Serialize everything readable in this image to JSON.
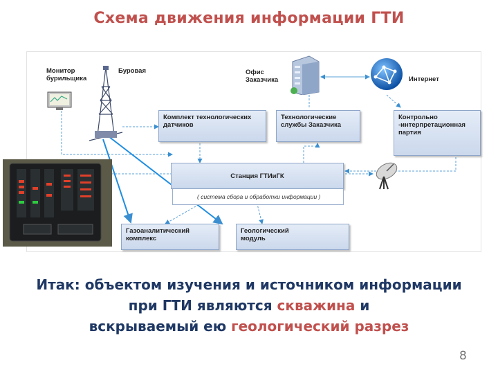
{
  "title": "Схема движения информации ГТИ",
  "labels": {
    "monitor": [
      "Монитор",
      "бурильщика"
    ],
    "rig": "Буровая",
    "office": [
      "Офис",
      "Заказчика"
    ],
    "internet": "Интернет"
  },
  "boxes": {
    "sensors": [
      "Комплект технологических",
      "датчиков"
    ],
    "services": [
      "Технологические",
      "службы Заказчика"
    ],
    "control": [
      "Контрольно",
      "-интерпретационная",
      "партия"
    ],
    "station": "Станция ГТИиГК",
    "gas": [
      "Газоаналитический",
      "комплекс"
    ],
    "geo": [
      "Геологический",
      "модуль"
    ]
  },
  "station_caption": "( система сбора и обработки информации )",
  "bottom": {
    "line1": "Итак: объектом изучения и источником информации",
    "line2_a": "при ГТИ являются ",
    "line2_red": "скважина",
    "line2_b": " и",
    "line3_a": "вскрываемый ею ",
    "line3_red": "геологический разрез"
  },
  "page_number": "8",
  "colors": {
    "title": "#c0504d",
    "text": "#1f3864",
    "arrow": "#3b8fd0",
    "box": "#d6e1f1"
  }
}
